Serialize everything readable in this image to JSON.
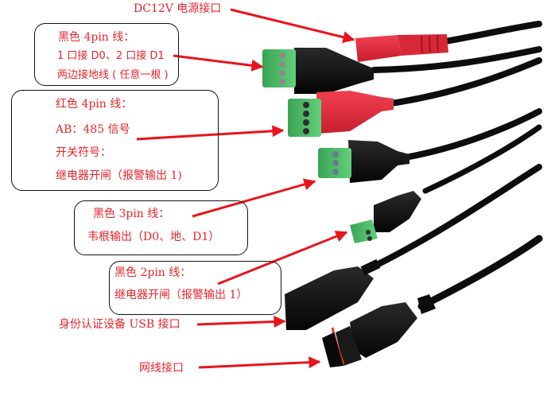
{
  "colors": {
    "label_text": "#e8242b",
    "arrow": "#e8141c",
    "cable": "#0d0d0d",
    "red_connector": "#e02a3a",
    "terminal_green": "#4fc06a",
    "box_border": "#111111"
  },
  "callouts": {
    "dc_power": {
      "text": "DC12V 电源接口"
    },
    "black_4pin": {
      "title": "黑色 4pin 线：",
      "line1": "1 口接 D0、2 口接 D1",
      "line2": "两边接地线 ( 任意一根 )"
    },
    "red_4pin": {
      "title": "红色 4pin 线：",
      "line1": "AB：485 信号",
      "line2": "开关符号：",
      "line3": "继电器开闸（报警输出 1)"
    },
    "black_3pin": {
      "title": "黑色 3pin 线：",
      "line1": "韦根输出（D0、地、D1）"
    },
    "black_2pin": {
      "title": "黑色 2pin 线：",
      "line1": "继电器开闸（报警输出 1）"
    },
    "usb": {
      "text": "身份认证设备 USB 接口"
    },
    "network": {
      "text": "网线接口"
    }
  },
  "connectors": [
    {
      "name": "dc-power-jack",
      "color": "red"
    },
    {
      "name": "black-4pin-terminal",
      "pins": 4
    },
    {
      "name": "red-4pin-terminal",
      "pins": 4
    },
    {
      "name": "black-3pin-terminal",
      "pins": 3
    },
    {
      "name": "black-2pin-terminal",
      "pins": 2
    },
    {
      "name": "usb-female-port"
    },
    {
      "name": "rj45-waterproof-port"
    }
  ]
}
